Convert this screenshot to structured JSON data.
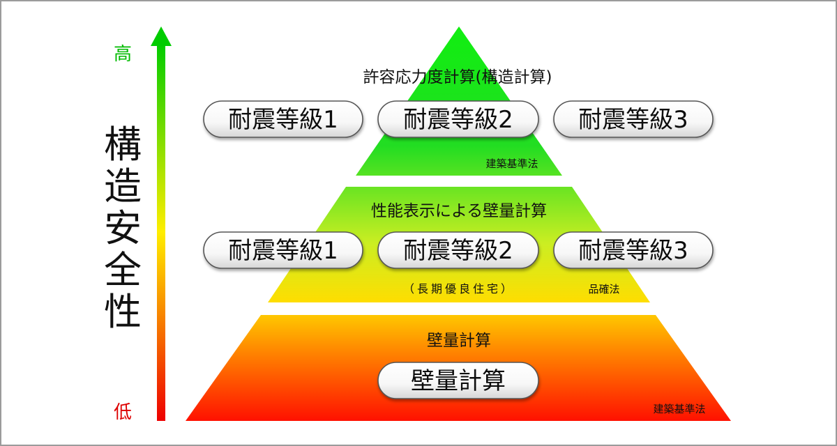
{
  "axis": {
    "label": "構造安全性",
    "high": "高",
    "low": "低",
    "colors": {
      "top": "#00cc00",
      "middle": "#ffee00",
      "bottom": "#ee0000"
    }
  },
  "tiers": [
    {
      "title": "許容応力度計算(構造計算)",
      "grades": [
        "耐震等級1",
        "耐震等級2",
        "耐震等級3"
      ],
      "law": "建築基準法",
      "note": ""
    },
    {
      "title": "性能表示による壁量計算",
      "grades": [
        "耐震等級1",
        "耐震等級2",
        "耐震等級3"
      ],
      "law": "品確法",
      "note": "（長期優良住宅）"
    },
    {
      "title": "壁量計算",
      "grades": [
        "壁量計算"
      ],
      "law": "建築基準法",
      "note": ""
    }
  ],
  "colors": {
    "pyramid_top": "#11ee11",
    "pyramid_mid": "#ffdd00",
    "pyramid_bottom": "#ff1100",
    "frame": "#9b9b9b"
  }
}
